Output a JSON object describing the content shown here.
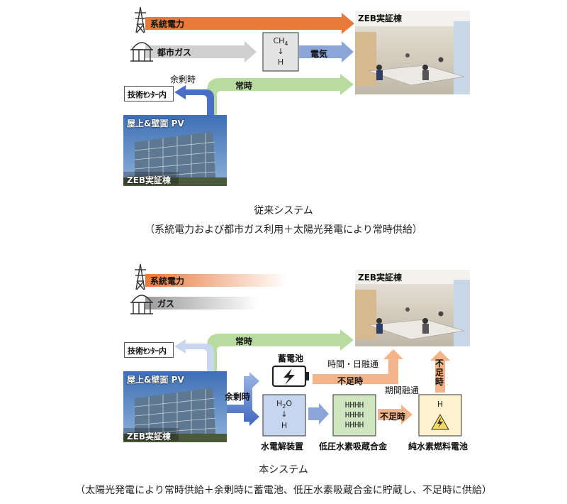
{
  "top": {
    "grid_power": "系統電力",
    "city_gas": "都市ガス",
    "zeb_building": "ZEB実証棟",
    "ch4": "CH",
    "ch4_sub": "4",
    "reformer_arrow": "↓",
    "hydrogen": "H",
    "electricity": "電気",
    "surplus": "余剰時",
    "tech_center": "技術ｾﾝﾀｰ内",
    "always": "常時",
    "pv_title": "屋上&壁面 PV",
    "pv_building": "ZEB実証棟",
    "caption1": "従来システム",
    "caption2": "（系統電力および都市ガス利用＋太陽光発電により常時供給）"
  },
  "bottom": {
    "grid_power": "系統電力",
    "gas": "ガス",
    "zeb_building": "ZEB実証棟",
    "tech_center": "技術ｾﾝﾀｰ内",
    "always": "常時",
    "battery": "蓄電池",
    "time_daily": "時間・日融通",
    "shortage1": "不足時",
    "seasonal": "期間融通",
    "shortage2_vertical": "不足時",
    "surplus": "余剰時",
    "pv_title": "屋上&壁面 PV",
    "pv_building": "ZEB実証棟",
    "h2o": "H",
    "h2o_sub": "2",
    "h2o_o": "O",
    "electrolyzer_arrow": "↓",
    "electrolyzer_h": "H",
    "electrolyzer": "水電解装置",
    "hhhh_rows": [
      "HHHH",
      "HHHH",
      "HHHH"
    ],
    "alloy": "低圧水素吸蔵合金",
    "shortage3": "不足時",
    "fc_h": "H",
    "fuel_cell": "純水素燃料電池",
    "caption1": "本システム",
    "caption2": "（太陽光発電により常時供給＋余剰時に蓄電池、低圧水素吸蔵合金に貯蔵し、不足時に供給）"
  },
  "colors": {
    "grid_orange": "#e8793a",
    "gas_gray": "#c8c8c8",
    "elec_blue": "#8aa6d8",
    "green": "#b8dba0",
    "peach": "#f3b48a",
    "blue_dark": "#4a6fc8"
  }
}
